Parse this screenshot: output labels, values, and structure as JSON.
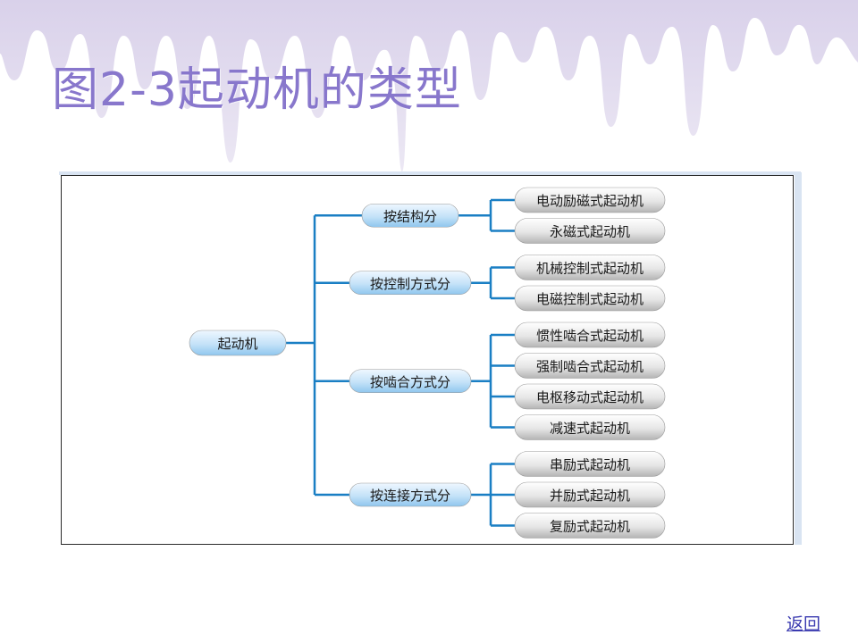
{
  "slide": {
    "title": "图2-3起动机的类型",
    "back_link": "返回"
  },
  "diagram": {
    "root": "起动机",
    "groups": [
      {
        "label": "按结构分",
        "items": [
          "电动励磁式起动机",
          "永磁式起动机"
        ]
      },
      {
        "label": "按控制方式分",
        "items": [
          "机械控制式起动机",
          "电磁控制式起动机"
        ]
      },
      {
        "label": "按啮合方式分",
        "items": [
          "惯性啮合式起动机",
          "强制啮合式起动机",
          "电枢移动式起动机",
          "减速式起动机"
        ]
      },
      {
        "label": "按连接方式分",
        "items": [
          "串励式起动机",
          "并励式起动机",
          "复励式起动机"
        ]
      }
    ]
  },
  "colors": {
    "title": "#8877cc",
    "connector": "#1a7fc4",
    "blue_capsule_light": "#eef7ff",
    "blue_capsule_dark": "#8fc6ee",
    "gray_capsule_light": "#ffffff",
    "gray_capsule_dark": "#b4b4b4",
    "drips": "#e3dcef"
  }
}
